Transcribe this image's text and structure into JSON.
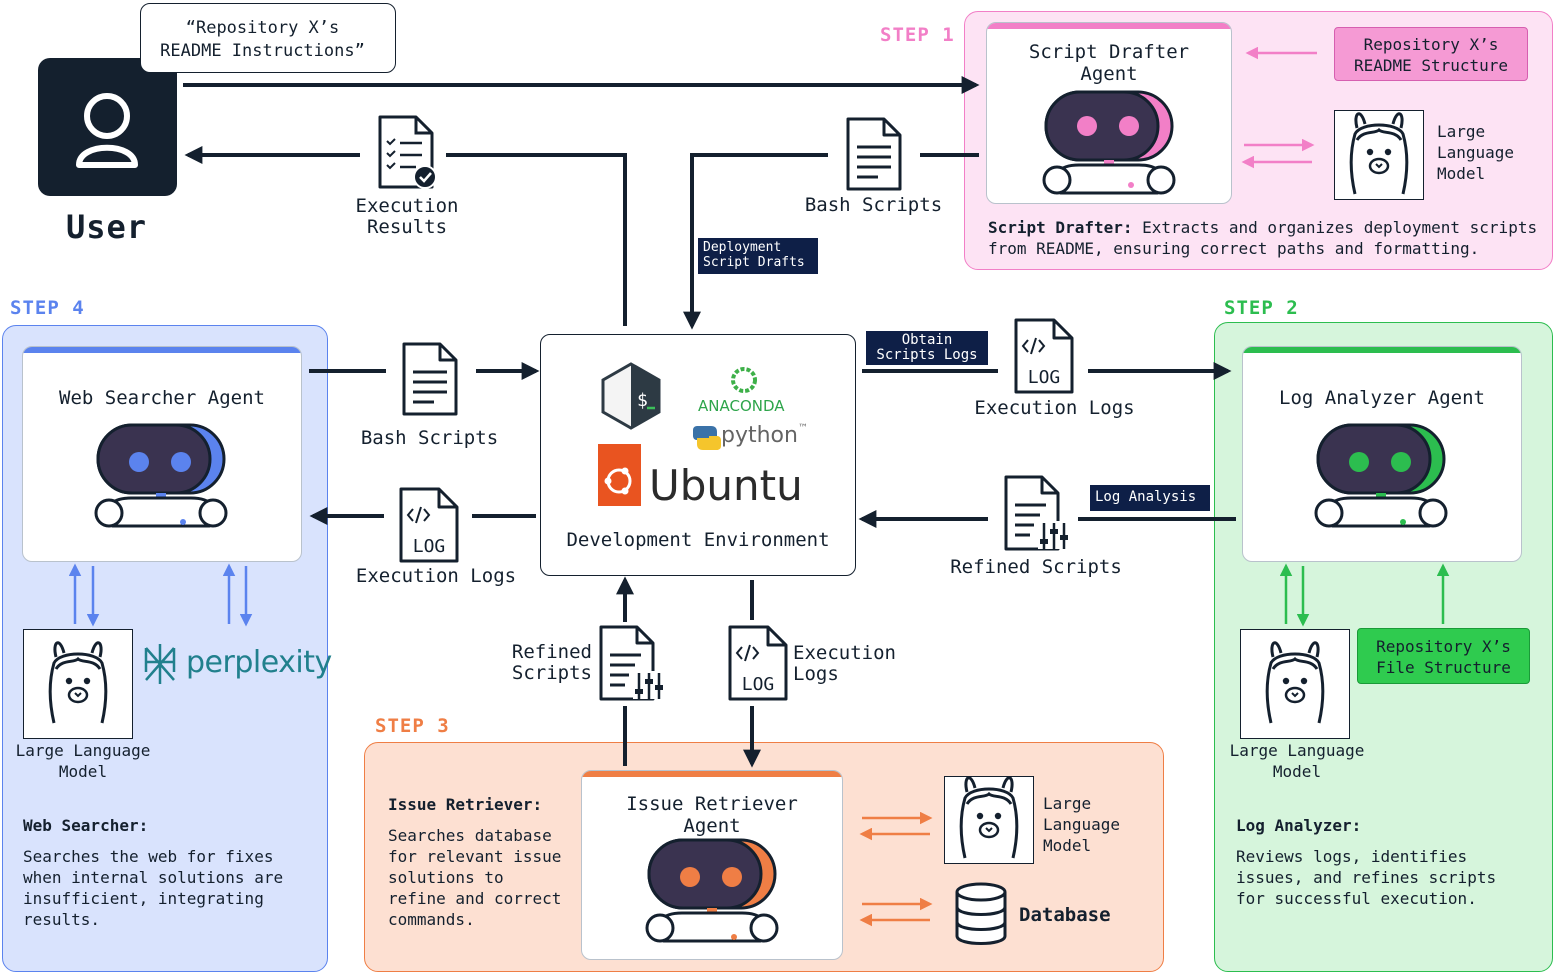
{
  "colors": {
    "navy": "#14202e",
    "step1_pink": "#f27fc7",
    "step1_bg": "#fde3f4",
    "step2_green": "#2cbd4f",
    "step2_bg": "#d6f5dc",
    "step3_orange": "#ef7e45",
    "step3_bg": "#fde0d2",
    "step4_blue": "#5b83ee",
    "step4_bg": "#d9e3fd"
  },
  "user": {
    "speech": "“Repository X’s README Instructions”",
    "label": "User",
    "icon": "user-icon"
  },
  "top": {
    "execution_results": "Execution Results",
    "bash_scripts": "Bash Scripts",
    "deployment_tag": "Deployment Script Drafts"
  },
  "step1": {
    "label": "STEP 1",
    "agent_title": "Script Drafter Agent",
    "structure_tag": "Repository X’s README Structure",
    "llm_label": "Large Language Model",
    "desc_title": "Script Drafter:",
    "desc_text": "Extracts and organizes deployment scripts from README, ensuring correct paths and formatting."
  },
  "step2": {
    "label": "STEP 2",
    "agent_title": "Log Analyzer Agent",
    "file_structure_tag": "Repository X’s File Structure",
    "llm_label": "Large Language Model",
    "desc_title": "Log Analyzer:",
    "desc_text": "Reviews logs, identifies issues, and refines scripts for successful execution."
  },
  "step3": {
    "label": "STEP 3",
    "agent_title": "Issue Retriever Agent",
    "llm_label": "Large Language Model",
    "database_label": "Database",
    "desc_title": "Issue Retriever:",
    "desc_text": "Searches database for relevant issue solutions to refine and correct commands."
  },
  "step4": {
    "label": "STEP 4",
    "agent_title": "Web Searcher Agent",
    "llm_label": "Large Language Model",
    "perplexity": "perplexity",
    "desc_title": "Web Searcher:",
    "desc_text": "Searches the web for fixes when internal solutions are insufficient, integrating results."
  },
  "env": {
    "title": "Development Environment",
    "anaconda": "ANACONDA",
    "python": "python",
    "python_tm": "™",
    "ubuntu": "Ubuntu",
    "shell_prompt": "$_"
  },
  "flows": {
    "obtain_tag": "Obtain Scripts Logs",
    "execution_logs_right": "Execution Logs",
    "log_analysis_tag": "Log Analysis",
    "refined_scripts_right": "Refined Scripts",
    "bash_scripts_left": "Bash Scripts",
    "execution_logs_left": "Execution Logs",
    "refined_scripts_bottom": "Refined Scripts",
    "execution_logs_bottom": "Execution Logs",
    "log_text": "LOG",
    "code_text": "</>"
  }
}
